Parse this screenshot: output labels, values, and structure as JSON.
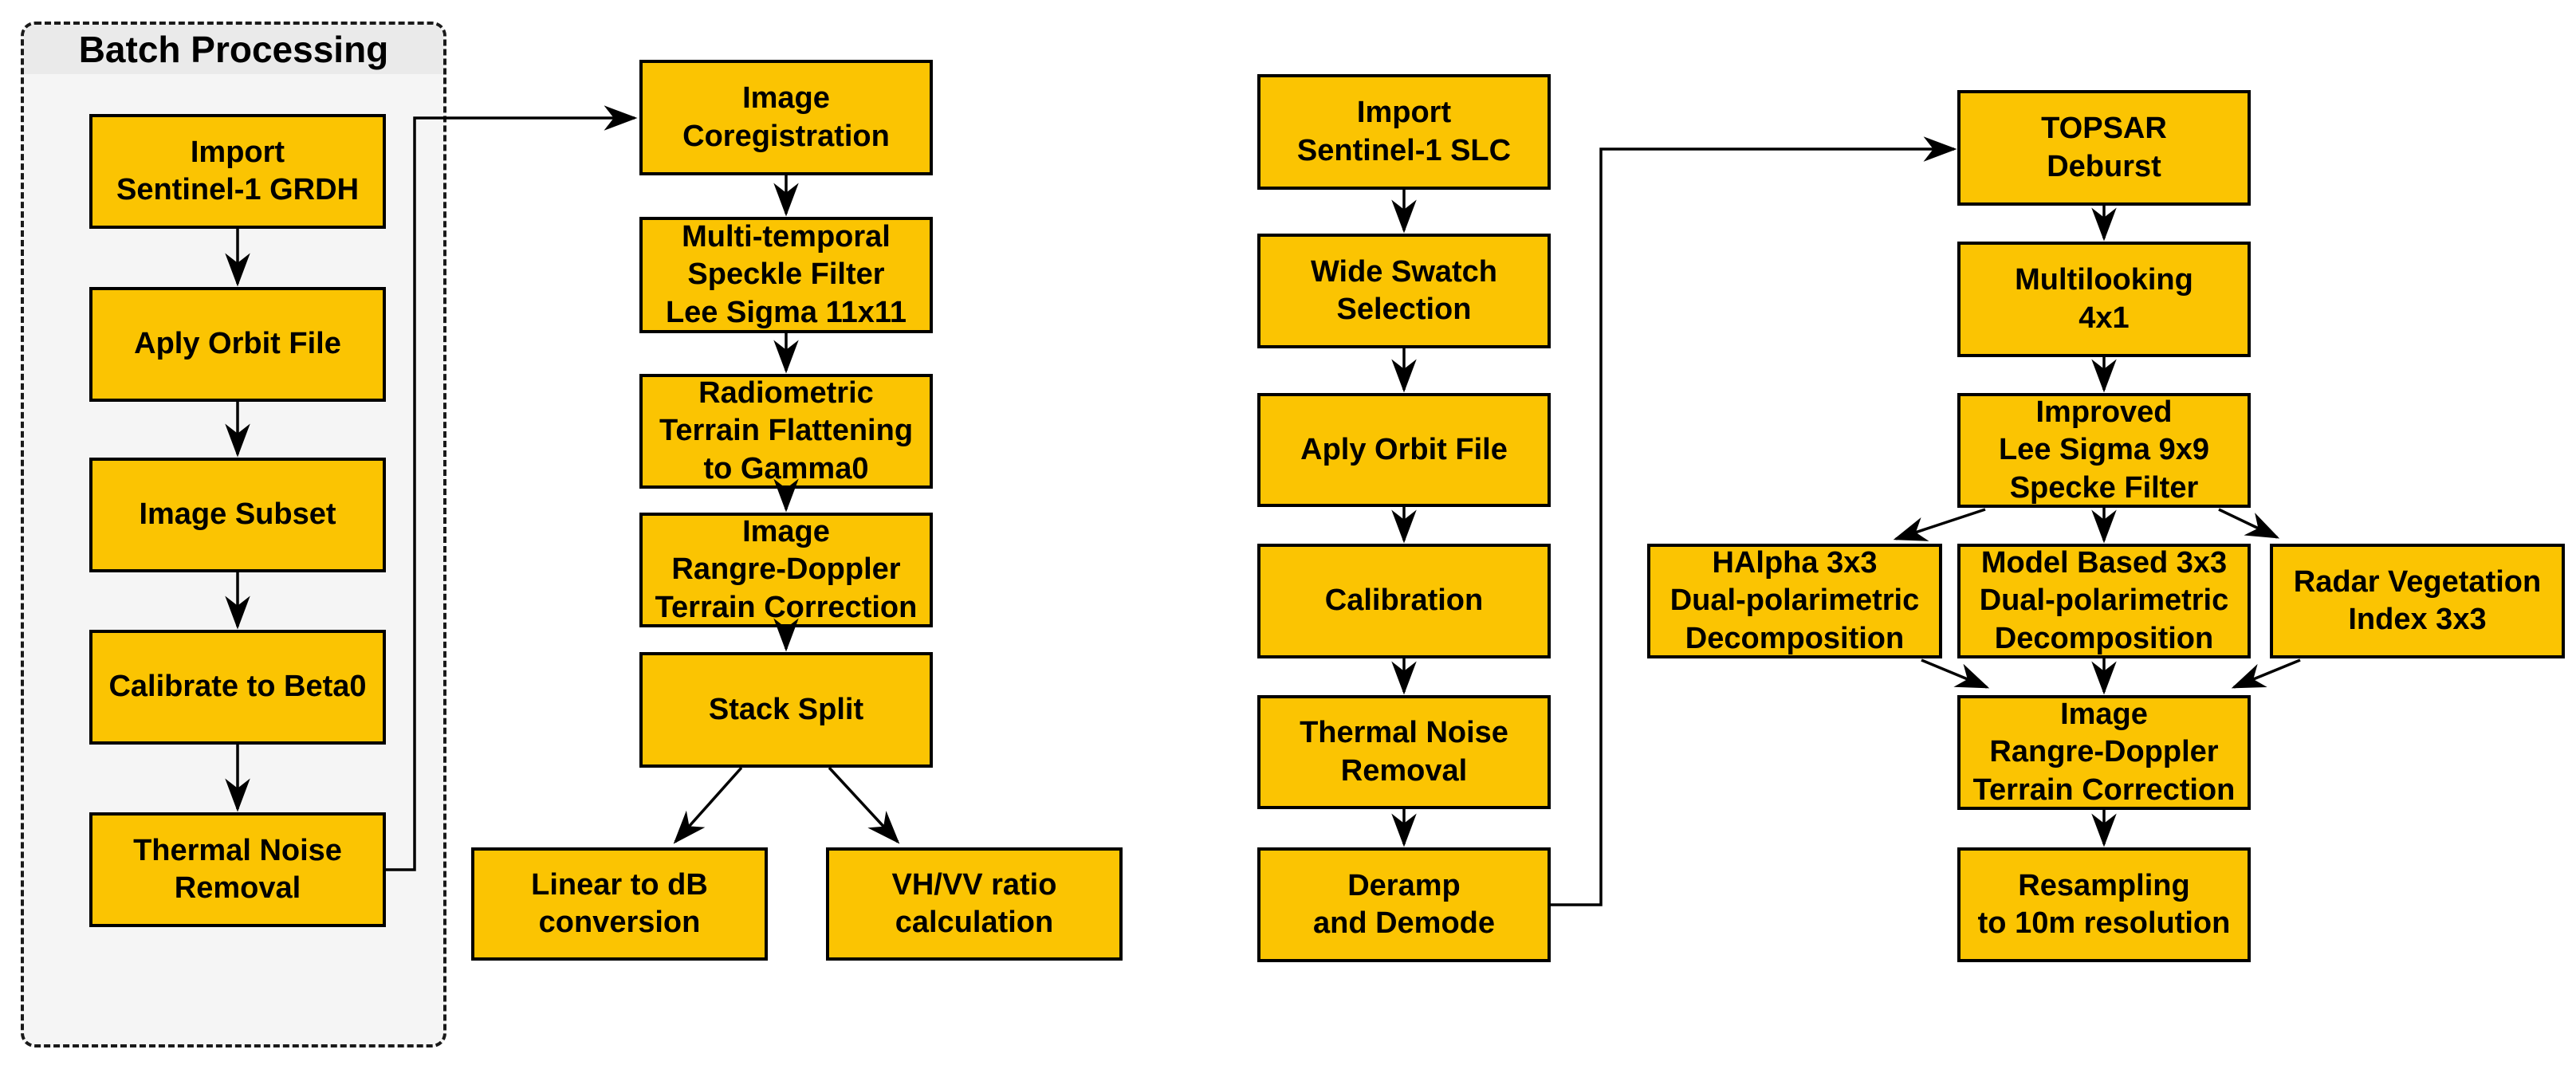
{
  "colors": {
    "node_fill": "#FBC402",
    "node_border": "#000000",
    "edge": "#000000",
    "group_border": "#1A1A1A",
    "group_header_fill": "#EAEAEA",
    "group_body_fill": "#F5F5F5",
    "background": "#FFFFFF",
    "text": "#000000"
  },
  "batch_group": {
    "title": "Batch Processing",
    "nodes": [
      {
        "id": "import-grdh",
        "label": "Import\nSentinel-1 GRDH"
      },
      {
        "id": "aply-orbit",
        "label": "Aply Orbit File"
      },
      {
        "id": "image-subset",
        "label": "Image Subset"
      },
      {
        "id": "calibrate-beta0",
        "label": "Calibrate to Beta0"
      },
      {
        "id": "thermal-noise",
        "label": "Thermal Noise\nRemoval"
      }
    ]
  },
  "grd_flow": {
    "nodes": [
      {
        "id": "image-coregistration",
        "label": "Image\nCoregistration"
      },
      {
        "id": "mt-speckle-filter",
        "label": "Multi-temporal\nSpeckle Filter\nLee Sigma 11x11"
      },
      {
        "id": "radiometric-tf",
        "label": "Radiometric\nTerrain Flattening\nto Gamma0"
      },
      {
        "id": "image-rd-tc",
        "label": "Image\nRangre-Doppler\nTerrain Correction"
      },
      {
        "id": "stack-split",
        "label": "Stack Split"
      },
      {
        "id": "linear-to-db",
        "label": "Linear to dB\nconversion"
      },
      {
        "id": "vhvv-ratio",
        "label": "VH/VV ratio\ncalculation"
      }
    ]
  },
  "slc_flow": {
    "nodes": [
      {
        "id": "import-slc",
        "label": "Import\nSentinel-1 SLC"
      },
      {
        "id": "wide-swatch",
        "label": "Wide Swatch\nSelection"
      },
      {
        "id": "aply-orbit-2",
        "label": "Aply Orbit File"
      },
      {
        "id": "calibration",
        "label": "Calibration"
      },
      {
        "id": "thermal-noise-2",
        "label": "Thermal Noise\nRemoval"
      },
      {
        "id": "deramp-demode",
        "label": "Deramp\nand Demode"
      }
    ]
  },
  "topsar_flow": {
    "nodes": [
      {
        "id": "topsar-deburst",
        "label": "TOPSAR\nDeburst"
      },
      {
        "id": "multilooking",
        "label": "Multilooking\n4x1"
      },
      {
        "id": "improved-lee",
        "label": "Improved\nLee Sigma 9x9\nSpecke Filter"
      },
      {
        "id": "halpha-decomp",
        "label": "HAlpha 3x3\nDual-polarimetric\nDecomposition"
      },
      {
        "id": "model-decomp",
        "label": "Model Based 3x3\nDual-polarimetric\nDecomposition"
      },
      {
        "id": "rvi",
        "label": "Radar Vegetation\nIndex 3x3"
      },
      {
        "id": "image-rd-tc-2",
        "label": "Image\nRangre-Doppler\nTerrain Correction"
      },
      {
        "id": "resampling-10m",
        "label": "Resampling\nto 10m resolution"
      }
    ]
  }
}
